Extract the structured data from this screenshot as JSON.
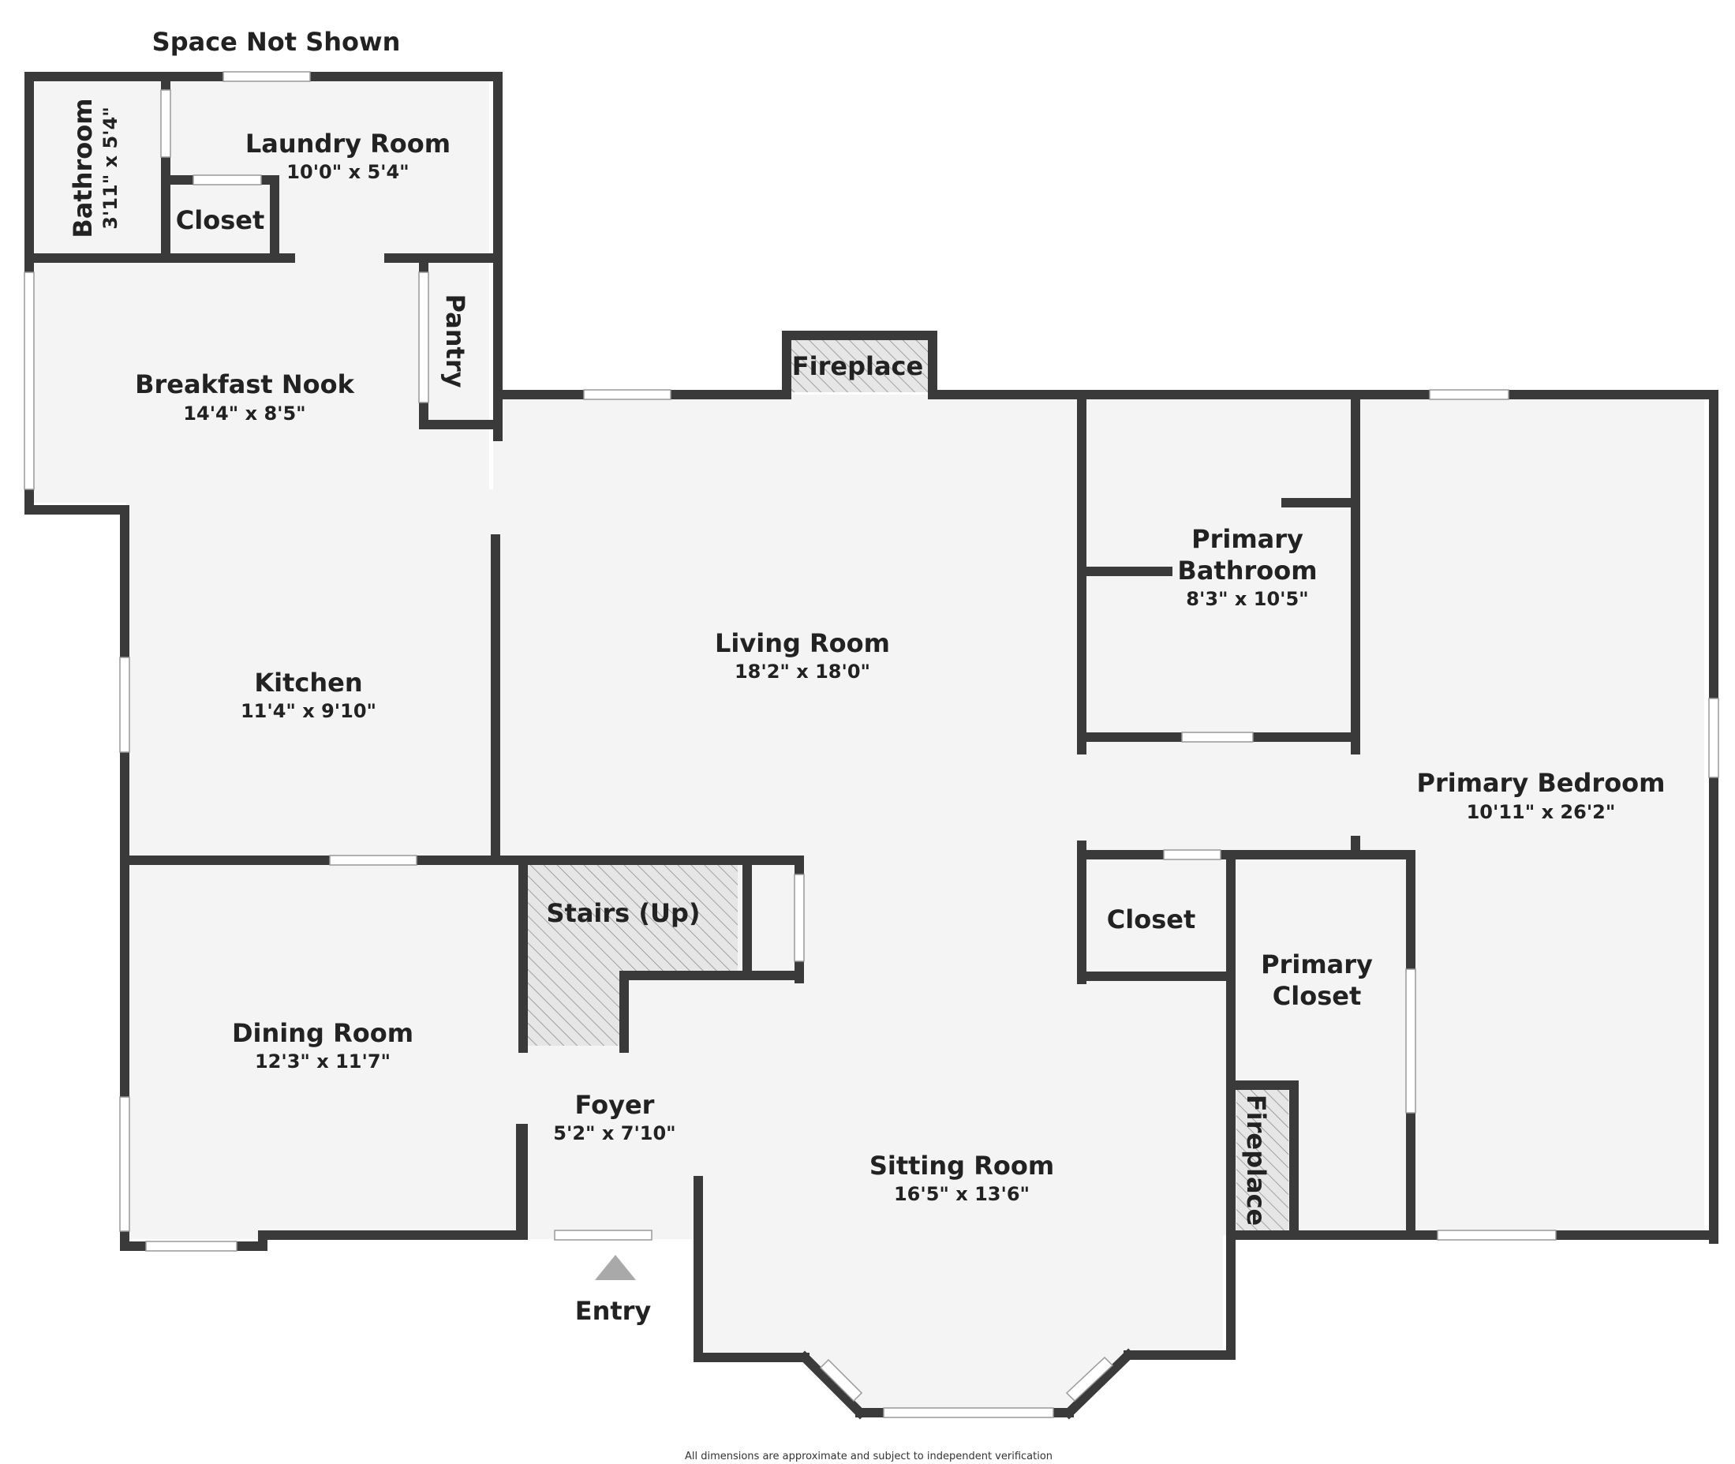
{
  "header": {
    "space_not_shown": "Space Not Shown"
  },
  "rooms": {
    "bathroom": {
      "name": "Bathroom",
      "dims": "3'11\" x 5'4\""
    },
    "laundry": {
      "name": "Laundry Room",
      "dims": "10'0\" x 5'4\""
    },
    "closet_upper": {
      "name": "Closet"
    },
    "pantry": {
      "name": "Pantry"
    },
    "breakfast_nook": {
      "name": "Breakfast Nook",
      "dims": "14'4\" x 8'5\""
    },
    "fireplace_top": {
      "name": "Fireplace"
    },
    "kitchen": {
      "name": "Kitchen",
      "dims": "11'4\" x 9'10\""
    },
    "living_room": {
      "name": "Living Room",
      "dims": "18'2\" x 18'0\""
    },
    "primary_bathroom": {
      "name_line1": "Primary",
      "name_line2": "Bathroom",
      "dims": "8'3\" x 10'5\""
    },
    "primary_bedroom": {
      "name": "Primary Bedroom",
      "dims": "10'11\" x 26'2\""
    },
    "stairs": {
      "name": "Stairs (Up)"
    },
    "closet_mid": {
      "name": "Closet"
    },
    "primary_closet": {
      "name_line1": "Primary",
      "name_line2": "Closet"
    },
    "dining_room": {
      "name": "Dining Room",
      "dims": "12'3\" x 11'7\""
    },
    "foyer": {
      "name": "Foyer",
      "dims": "5'2\" x 7'10\""
    },
    "sitting_room": {
      "name": "Sitting Room",
      "dims": "16'5\" x 13'6\""
    },
    "fireplace_side": {
      "name": "Fireplace"
    }
  },
  "entry": {
    "label": "Entry"
  },
  "footer": {
    "disclaimer": "All dimensions are approximate and subject to independent verification"
  },
  "colors": {
    "wall": "#3a3a3a",
    "floor": "#f4f4f4",
    "hatch": "#888888",
    "entry_arrow": "#a9a9a9",
    "window": "#ffffff"
  }
}
